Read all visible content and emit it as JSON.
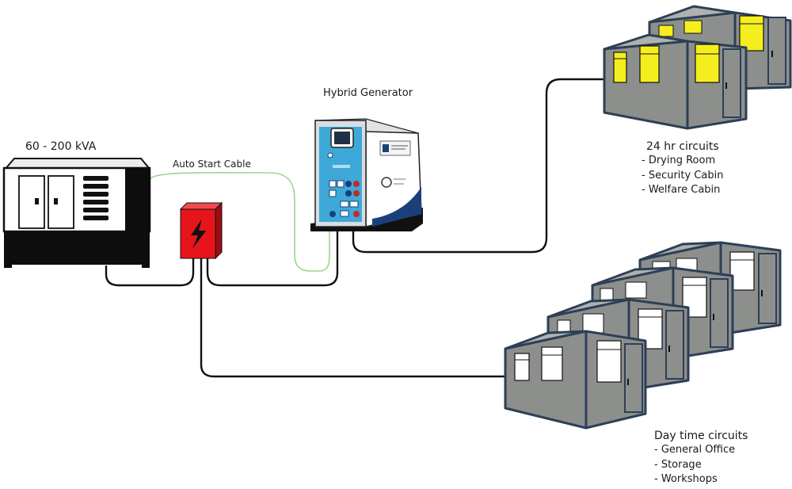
{
  "labels": {
    "diesel_generator": "60 - 200 kVA",
    "hybrid_generator": "Hybrid Generator",
    "auto_start_cable": "Auto Start Cable"
  },
  "circuits_24hr": {
    "title": "24 hr circuits",
    "items": [
      "- Drying Room",
      "- Security Cabin",
      "- Welfare Cabin"
    ]
  },
  "circuits_daytime": {
    "title": "Day time circuits",
    "items": [
      "- General Office",
      "- Storage",
      "- Workshops"
    ]
  },
  "colors": {
    "cable": "#111111",
    "auto_start_cable": "#9ad88a",
    "cabin_wall": "#8c8f8c",
    "cabin_frame": "#2d3f57",
    "lit_window": "#f5ee1e",
    "distribution_box": "#e8141b",
    "hybrid_panel": "#3ea9d9",
    "hybrid_base": "#1b3f7a"
  }
}
